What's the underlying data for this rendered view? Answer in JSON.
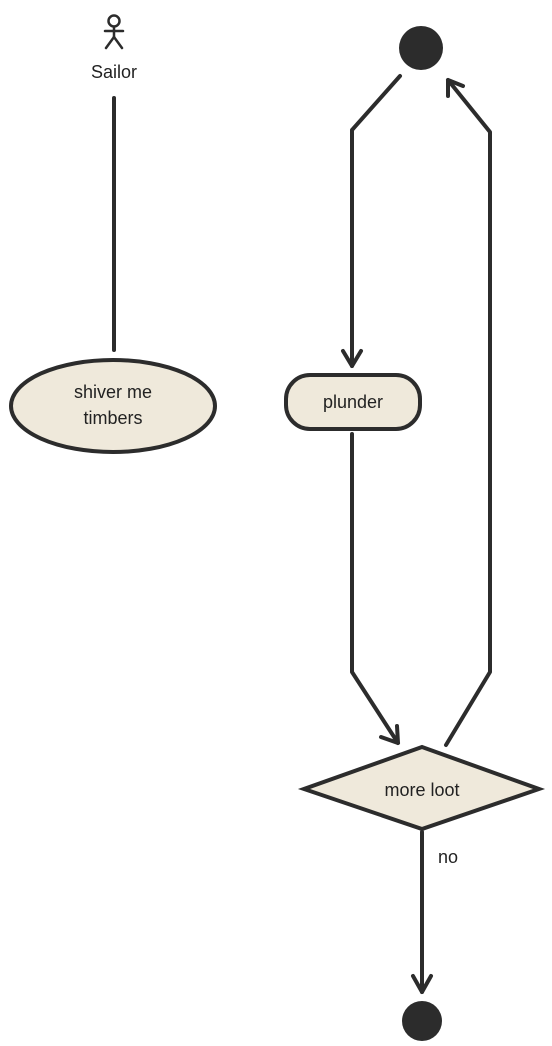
{
  "colors": {
    "node_fill": "#efe9db",
    "stroke": "#2c2c2c",
    "text": "#222222",
    "background": "#ffffff"
  },
  "actor": {
    "label": "Sailor",
    "icon": "stick-figure-icon"
  },
  "use_case": {
    "line1": "shiver me",
    "line2": "timbers"
  },
  "activity": {
    "start": "start-node",
    "action": "plunder",
    "decision": "more loot",
    "branch_label": "no",
    "end": "end-node"
  }
}
